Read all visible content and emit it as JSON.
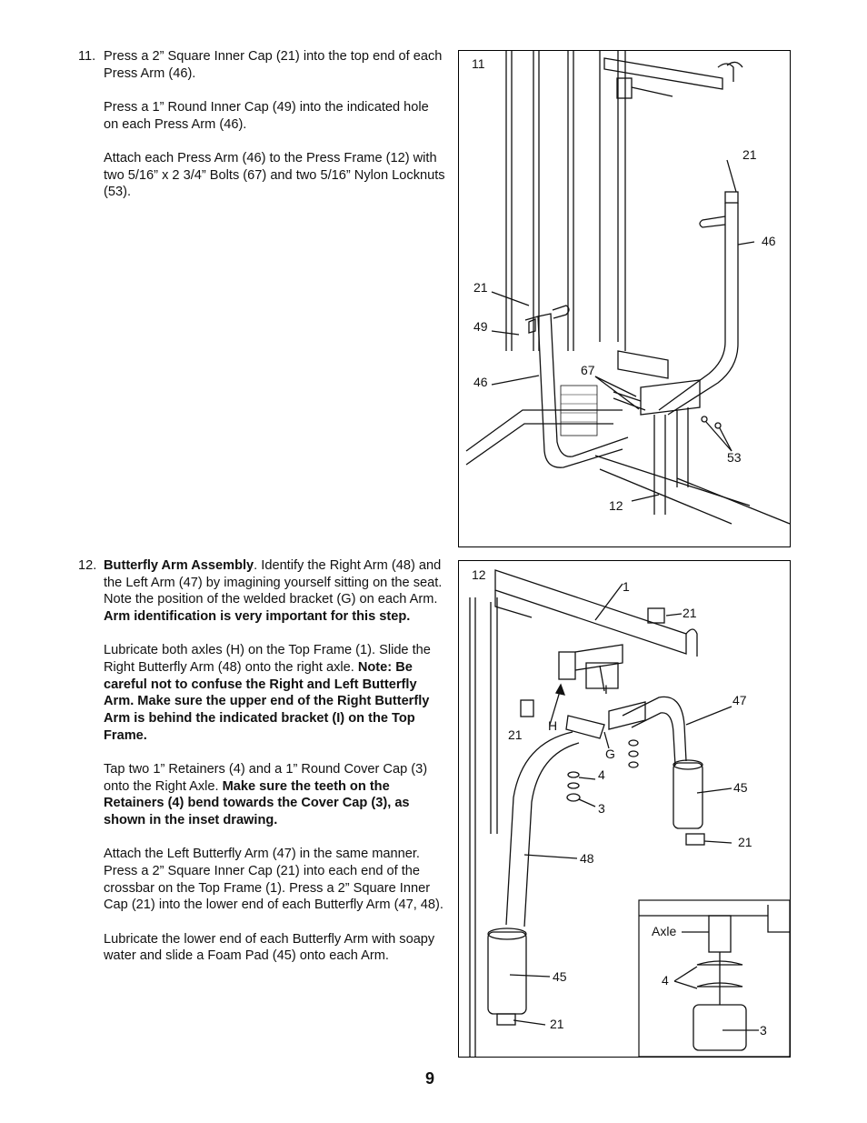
{
  "step11": {
    "number": "11.",
    "para1": "Press a 2” Square Inner Cap (21) into the top end of each Press Arm (46).",
    "para2": "Press a 1” Round Inner Cap (49) into the indicated hole on each Press Arm (46).",
    "para3": "Attach each Press Arm (46) to the Press Frame (12) with two 5/16” x 2 3/4” Bolts (67) and two 5/16” Nylon Locknuts (53)."
  },
  "step12": {
    "number": "12.",
    "p1_bold": "Butterfly Arm Assembly",
    "p1_text": ". Identify the Right Arm (48) and the Left Arm (47) by imagining yourself sitting on the seat. Note the position of the welded bracket (G) on each Arm. ",
    "p1_bold2": "Arm identification is very important for this step.",
    "p2_text": "Lubricate both axles (H) on the Top Frame (1). Slide the Right Butterfly Arm (48) onto the right axle. ",
    "p2_bold": "Note: Be careful not to confuse the Right and Left Butterfly Arm. Make sure the upper end of the Right Butterfly Arm is behind the indicated bracket (I) on the Top Frame.",
    "p3_text": "Tap two 1” Retainers (4) and a 1” Round Cover Cap (3) onto the Right Axle. ",
    "p3_bold": "Make sure the teeth on the Retainers (4) bend towards the Cover Cap (3), as shown in the inset drawing.",
    "p4": "Attach the Left Butterfly Arm (47) in the same manner. Press a 2” Square Inner Cap (21) into each end of the crossbar on the Top Frame (1). Press a 2” Square Inner Cap (21) into the lower end of each Butterfly Arm (47, 48).",
    "p5": "Lubricate the lower end of each Butterfly Arm with soapy water and slide a Foam Pad (45) onto each Arm."
  },
  "figure11": {
    "step_label": "11",
    "labels": {
      "l21a": "21",
      "l46a": "46",
      "l21b": "21",
      "l49": "49",
      "l46b": "46",
      "l67": "67",
      "l53": "53",
      "l12": "12"
    }
  },
  "figure12": {
    "step_label": "12",
    "labels": {
      "l1": "1",
      "l21a": "21",
      "l47": "47",
      "l21b": "21",
      "lH": "H",
      "lI": "I",
      "lG": "G",
      "l4": "4",
      "l3": "3",
      "l45a": "45",
      "l21c": "21",
      "l48": "48",
      "l45b": "45",
      "l21d": "21"
    },
    "inset": {
      "axle": "Axle",
      "l4": "4",
      "l3": "3"
    }
  },
  "page_number": "9"
}
